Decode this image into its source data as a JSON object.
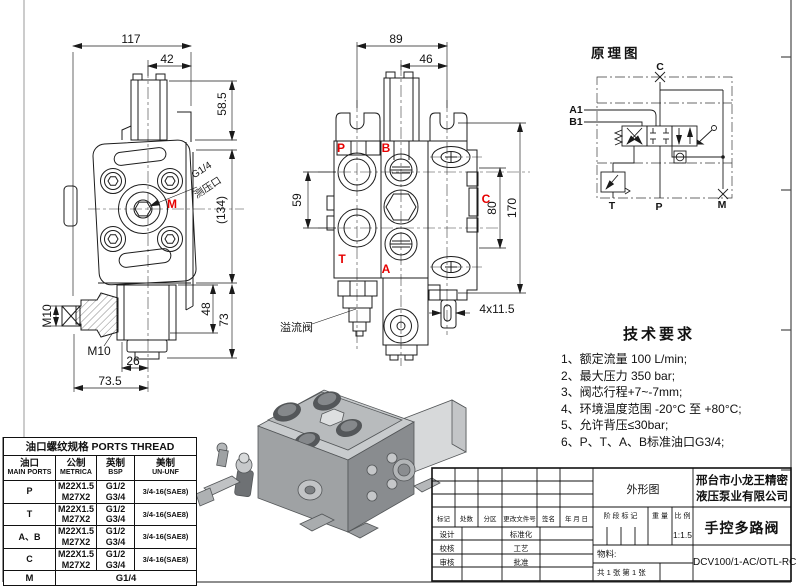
{
  "front_view": {
    "dims": {
      "overall_width": "117",
      "cap_width": "42",
      "cap_height": "58.5",
      "body_height": "(134)",
      "lower_height_a": "48",
      "lower_height_b": "73",
      "bottom_offset": "26",
      "bottom_width": "73.5",
      "side_thread": "M10",
      "bottom_thread": "M10"
    },
    "labels": {
      "gauge_thread": "G1/4",
      "gauge_name": "测压口",
      "port_m": "M"
    }
  },
  "side_view": {
    "dims": {
      "mount_spacing": "89",
      "cap_spacing": "46",
      "port_spacing": "59",
      "c_port_spacing": "80",
      "overall_height": "170",
      "mount_slots": "4x11.5"
    },
    "ports": {
      "p": "P",
      "b": "B",
      "t": "T",
      "a": "A",
      "c": "C"
    },
    "relief_callout": "溢流阀"
  },
  "schematic": {
    "title": "原理图",
    "ports": {
      "c": "C",
      "a1": "A1",
      "b1": "B1",
      "t": "T",
      "p": "P",
      "m": "M"
    }
  },
  "tech": {
    "title": "技术要求",
    "items": [
      "1、额定流量 100 L/min;",
      "2、最大压力 350 bar;",
      "3、阀芯行程+7~-7mm;",
      "4、环境温度范围 -20°C 至 +80°C;",
      "5、允许背压≤30bar;",
      "6、P、T、A、B标准油口G3/4;"
    ]
  },
  "ports_table": {
    "title": "油口螺纹规格 PORTS THREAD",
    "col_port": {
      "zh": "油口",
      "en": "MAIN PORTS"
    },
    "col_metric": {
      "zh": "公制",
      "en": "METRICA"
    },
    "col_bsp": {
      "zh": "英制",
      "en": "BSP"
    },
    "col_unf": {
      "zh": "美制",
      "en": "UN-UNF"
    },
    "rows": [
      {
        "port": "P",
        "metric1": "M22X1.5",
        "metric2": "M27X2",
        "bsp1": "G1/2",
        "bsp2": "G3/4",
        "unf": "3/4-16(SAE8)"
      },
      {
        "port": "T",
        "metric1": "M22X1.5",
        "metric2": "M27X2",
        "bsp1": "G1/2",
        "bsp2": "G3/4",
        "unf": "3/4-16(SAE8)"
      },
      {
        "port": "A、B",
        "metric1": "M22X1.5",
        "metric2": "M27X2",
        "bsp1": "G1/2",
        "bsp2": "G3/4",
        "unf": "3/4-16(SAE8)"
      },
      {
        "port": "C",
        "metric1": "M22X1.5",
        "metric2": "M27X2",
        "bsp1": "G1/2",
        "bsp2": "G3/4",
        "unf": "3/4-16(SAE8)"
      }
    ],
    "row_m": {
      "port": "M",
      "value": "G1/4"
    }
  },
  "title_block": {
    "rev_headers": [
      "标记",
      "处数",
      "分区",
      "更改文件号",
      "签名",
      "年 月 日"
    ],
    "roles": [
      {
        "l": "设计",
        "r": "标准化"
      },
      {
        "l": "校核",
        "r": "工艺"
      },
      {
        "l": "审核",
        "r": "批准"
      }
    ],
    "drawing_type": "外形图",
    "company_line1": "邢台市小龙王精密",
    "company_line2": "液压泵业有限公司",
    "stage_label": "阶 段 标 记",
    "weight_label": "重 量",
    "scale_label": "比 例",
    "scale_value": "1:1.5",
    "product": "手控多路阀",
    "material_label": "物料:",
    "sheet_info": "共 1 张  第 1 张",
    "part_no": "DCV100/1-AC/OTL-RC"
  },
  "colors": {
    "line": "#1a1a1a",
    "port_accent": "#e60000",
    "paper": "#ffffff"
  }
}
